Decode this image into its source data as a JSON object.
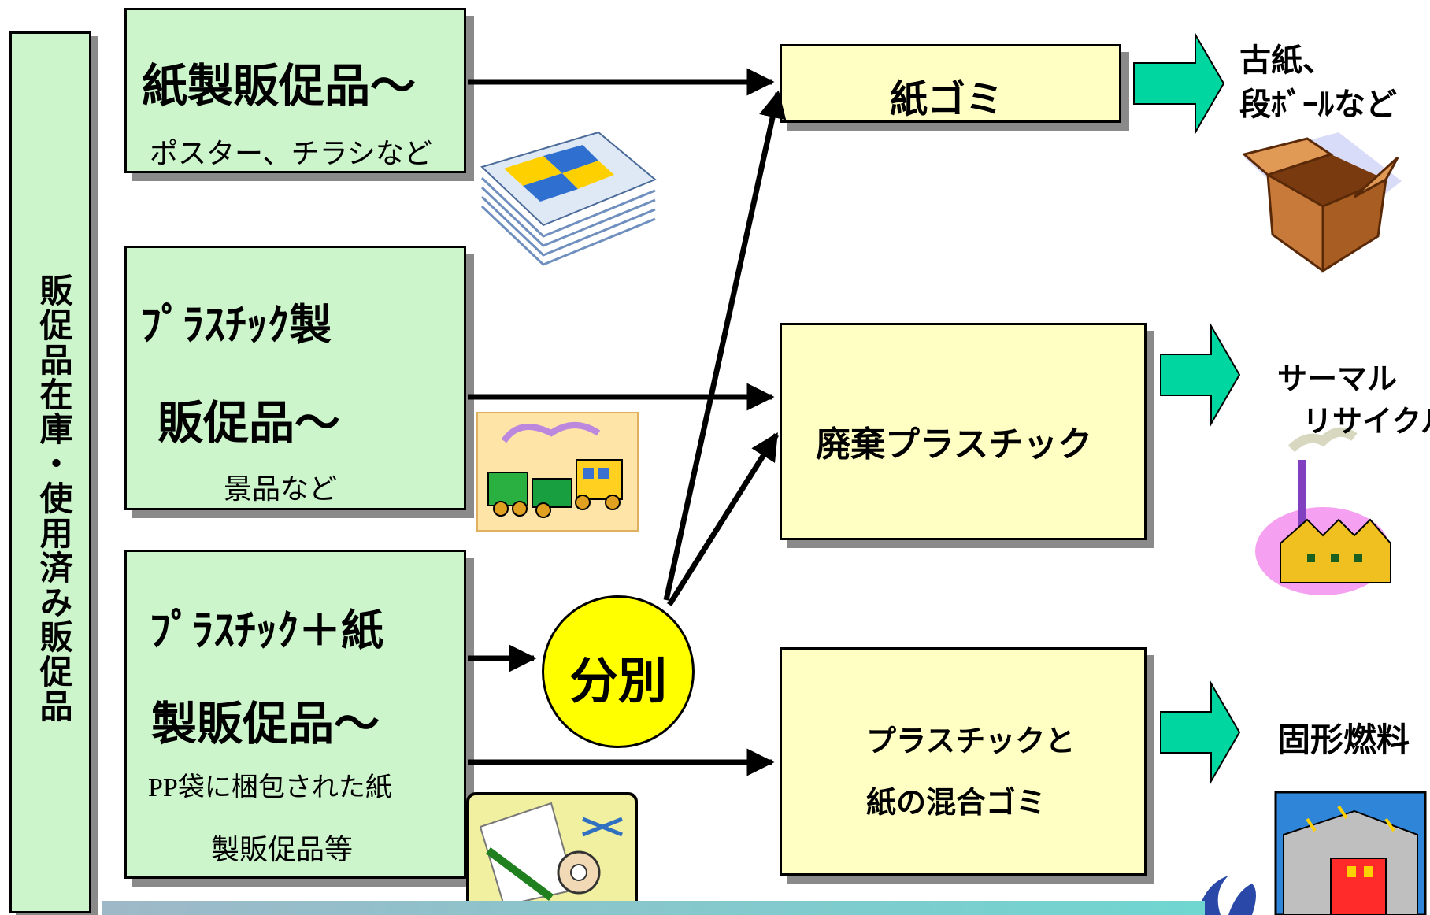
{
  "left_label": "販促品在庫・使用済み販促品",
  "sources": {
    "paper": {
      "title": "紙製販促品～",
      "sub": "ポスター、チラシなど"
    },
    "plastic": {
      "title_line1": "ﾌﾟﾗｽﾁｯｸ製",
      "title_line2": "販促品～",
      "sub": "景品など"
    },
    "mixed": {
      "title_line1": "ﾌﾟﾗｽﾁｯｸ＋紙",
      "title_line2": "製販促品～",
      "sub_line1": "PP袋に梱包された紙",
      "sub_line2": "製販促品等"
    }
  },
  "sort_node": "分別",
  "destinations": {
    "paper_waste": "紙ゴミ",
    "plastic_waste": "廃棄プラスチック",
    "mixed_waste_line1": "プラスチックと",
    "mixed_waste_line2": "紙の混合ゴミ"
  },
  "outcomes": {
    "paper": {
      "line1": "古紙、",
      "line2": "段ﾎﾞｰﾙなど"
    },
    "plastic": {
      "line1": "サーマル",
      "line2": "リサイクル"
    },
    "mixed": "固形燃料"
  },
  "colors": {
    "source_fill": "#ccf5cc",
    "dest_fill": "#ffffc4",
    "outcome_arrow": "#00d6a0",
    "sort_fill": "#ffff00"
  },
  "icons": [
    "paper-stack-icon",
    "toy-train-icon",
    "stationery-icon",
    "cardboard-box-icon",
    "factory-icon",
    "power-plant-icon"
  ]
}
